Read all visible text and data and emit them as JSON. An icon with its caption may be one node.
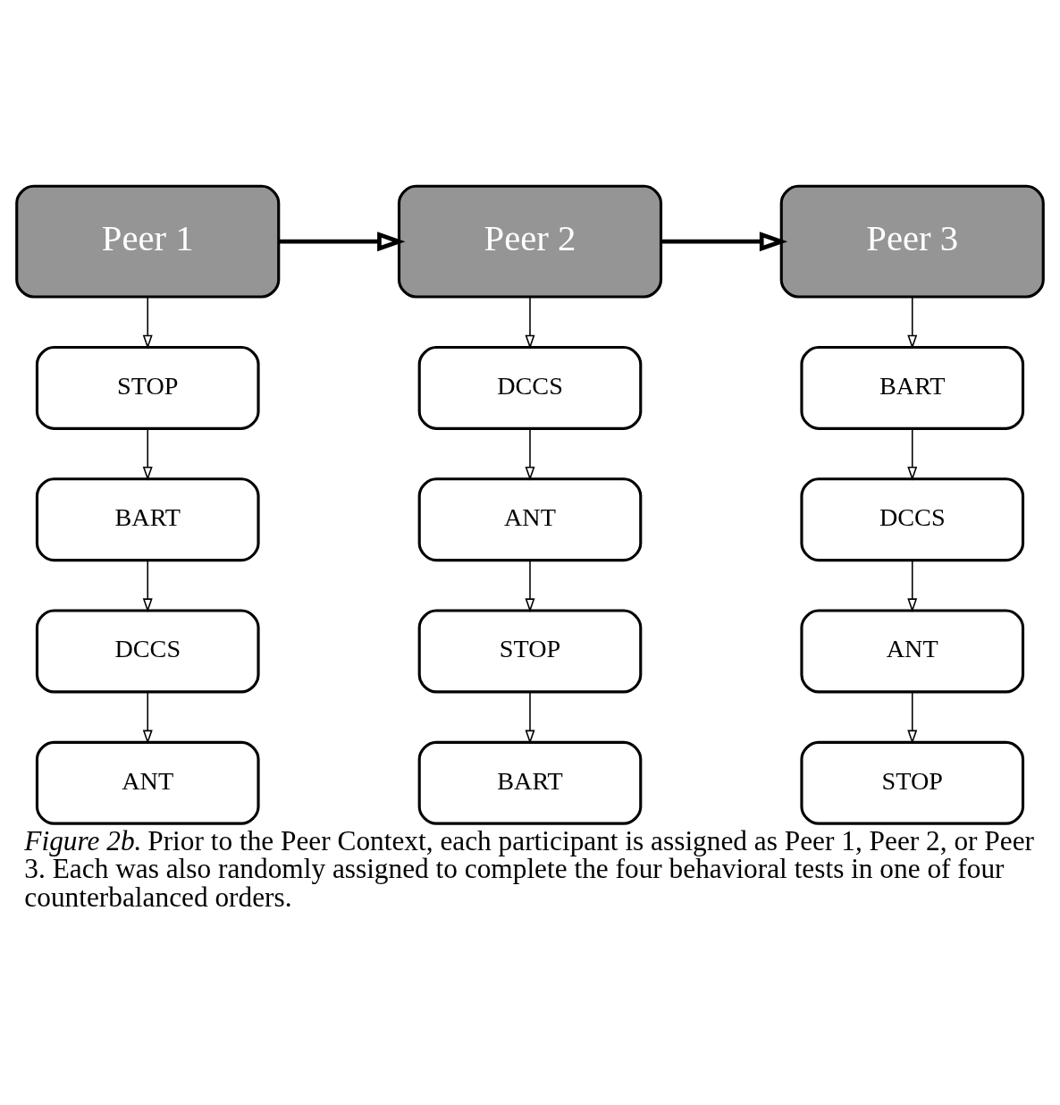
{
  "diagram": {
    "caption": "*Figure 2b.* Prior to the Peer Context, each participant is assigned as Peer 1, Peer 2, or Peer 3. Each was also randomly assigned to complete the four behavioral tests in one of four counterbalanced orders.",
    "nodes": [
      {
        "text": [
          "Peer 1"
        ]
      },
      {
        "text": [
          "Peer 2"
        ]
      },
      {
        "text": [
          "Peer 3"
        ]
      },
      {
        "text": [
          "STOP"
        ]
      },
      {
        "text": [
          "DCCS"
        ]
      },
      {
        "text": [
          "BART"
        ]
      },
      {
        "text": [
          "BART"
        ]
      },
      {
        "text": [
          "ANT"
        ]
      },
      {
        "text": [
          "DCCS"
        ]
      },
      {
        "text": [
          "DCCS"
        ]
      },
      {
        "text": [
          "STOP"
        ]
      },
      {
        "text": [
          "ANT"
        ]
      },
      {
        "text": [
          "ANT"
        ]
      },
      {
        "text": [
          "BART"
        ]
      },
      {
        "text": [
          "STOP"
        ]
      }
    ],
    "edges": [
      {
        "from": 0,
        "to": 1,
        "arrow": "to",
        "style": "thick"
      },
      {
        "from": 1,
        "to": 2,
        "arrow": "to",
        "style": "thick"
      },
      {
        "from": 0,
        "to": 3,
        "arrow": "to"
      },
      {
        "from": 3,
        "to": 6,
        "arrow": "to"
      },
      {
        "from": 6,
        "to": 9,
        "arrow": "to"
      },
      {
        "from": 9,
        "to": 12,
        "arrow": "to"
      },
      {
        "from": 1,
        "to": 4,
        "arrow": "to"
      },
      {
        "from": 4,
        "to": 7,
        "arrow": "to"
      },
      {
        "from": 7,
        "to": 10,
        "arrow": "to"
      },
      {
        "from": 10,
        "to": 13,
        "arrow": "to"
      },
      {
        "from": 2,
        "to": 5,
        "arrow": "to"
      },
      {
        "from": 5,
        "to": 8,
        "arrow": "to"
      },
      {
        "from": 8,
        "to": 11,
        "arrow": "to"
      },
      {
        "from": 11,
        "to": 14,
        "arrow": "to"
      }
    ]
  }
}
